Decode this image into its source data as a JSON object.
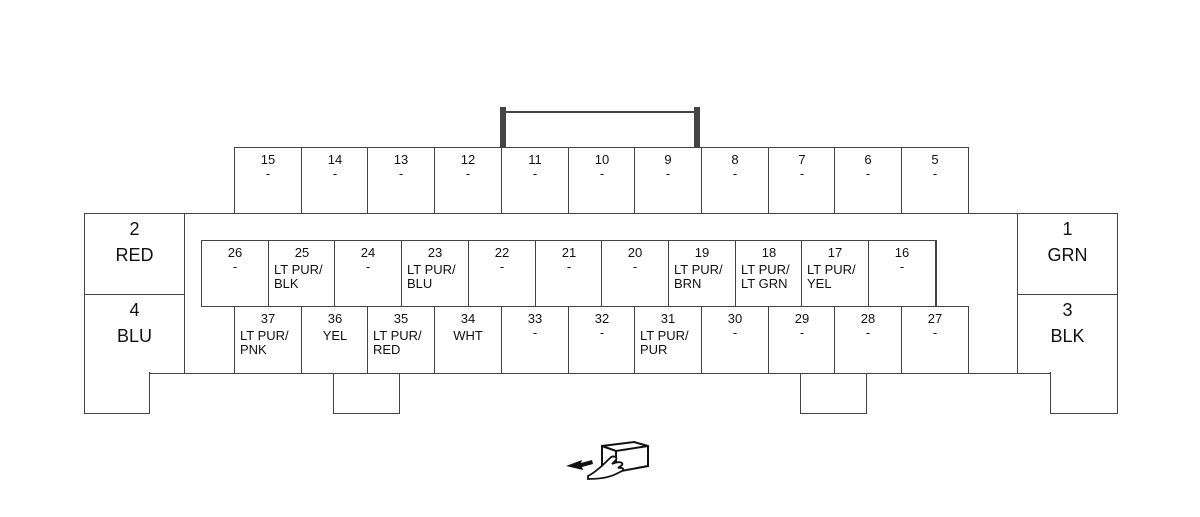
{
  "connector": {
    "top_row": [
      {
        "num": "15",
        "label": "-"
      },
      {
        "num": "14",
        "label": "-"
      },
      {
        "num": "13",
        "label": "-"
      },
      {
        "num": "12",
        "label": "-"
      },
      {
        "num": "11",
        "label": "-"
      },
      {
        "num": "10",
        "label": "-"
      },
      {
        "num": "9",
        "label": "-"
      },
      {
        "num": "8",
        "label": "-"
      },
      {
        "num": "7",
        "label": "-"
      },
      {
        "num": "6",
        "label": "-"
      },
      {
        "num": "5",
        "label": "-"
      }
    ],
    "middle_row": [
      {
        "num": "26",
        "label": "-"
      },
      {
        "num": "25",
        "label": "LT PUR/\nBLK"
      },
      {
        "num": "24",
        "label": "-"
      },
      {
        "num": "23",
        "label": "LT PUR/\nBLU"
      },
      {
        "num": "22",
        "label": "-"
      },
      {
        "num": "21",
        "label": "-"
      },
      {
        "num": "20",
        "label": "-"
      },
      {
        "num": "19",
        "label": "LT PUR/\nBRN"
      },
      {
        "num": "18",
        "label": "LT PUR/\nLT GRN"
      },
      {
        "num": "17",
        "label": "LT PUR/\nYEL"
      },
      {
        "num": "16",
        "label": "-"
      }
    ],
    "bottom_row": [
      {
        "num": "37",
        "label": "LT PUR/\nPNK"
      },
      {
        "num": "36",
        "label": "YEL"
      },
      {
        "num": "35",
        "label": "LT PUR/\nRED"
      },
      {
        "num": "34",
        "label": "WHT"
      },
      {
        "num": "33",
        "label": "-"
      },
      {
        "num": "32",
        "label": "-"
      },
      {
        "num": "31",
        "label": "LT PUR/\nPUR"
      },
      {
        "num": "30",
        "label": "-"
      },
      {
        "num": "29",
        "label": "-"
      },
      {
        "num": "28",
        "label": "-"
      },
      {
        "num": "27",
        "label": "-"
      }
    ],
    "large_terminals": {
      "t2": {
        "num": "2",
        "label": "RED"
      },
      "t4": {
        "num": "4",
        "label": "BLU"
      },
      "t1": {
        "num": "1",
        "label": "GRN"
      },
      "t3": {
        "num": "3",
        "label": "BLK"
      }
    },
    "icon": "connector-face-view-icon"
  }
}
